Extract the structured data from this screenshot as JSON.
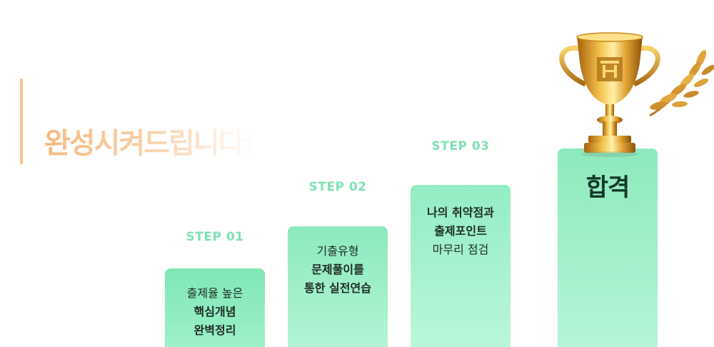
{
  "headline": "완성시켜드립니다!",
  "steps": [
    {
      "label": "STEP 01",
      "lines": [
        "출제율 높은",
        "핵심개념",
        "완벽정리"
      ]
    },
    {
      "label": "STEP 02",
      "lines": [
        "기출유형",
        "문제풀이를",
        "통한 실전연습"
      ]
    },
    {
      "label": "STEP 03",
      "lines": [
        "나의 취약점과",
        "출제포인트",
        "마무리 점검"
      ]
    }
  ],
  "goal": {
    "label": "합격"
  },
  "icons": {
    "trophy": "trophy-icon",
    "laurel": "laurel-branch-icon"
  },
  "colors": {
    "accent": "#f9c58d",
    "step_label": "#7fe1b3",
    "card": "#9ef0c8",
    "gold": "#d99a1f"
  }
}
